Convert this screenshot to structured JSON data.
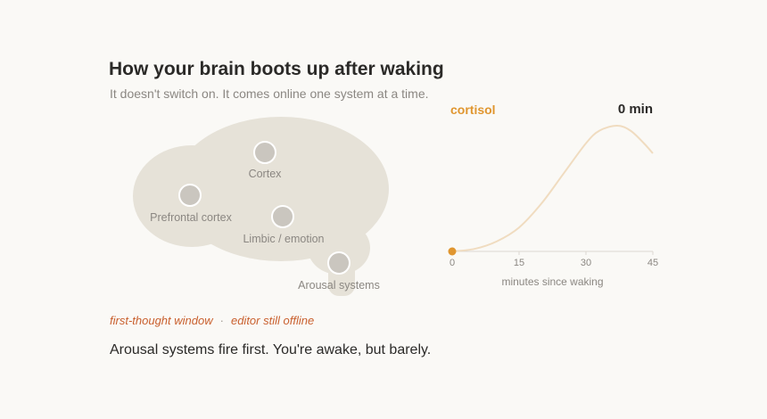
{
  "header": {
    "title": "How your brain boots up after waking",
    "subtitle": "It doesn't switch on. It comes online one system at a time."
  },
  "brain": {
    "regions": [
      {
        "name": "Cortex",
        "label": "Cortex"
      },
      {
        "name": "Prefrontal cortex",
        "label": "Prefrontal cortex"
      },
      {
        "name": "Limbic / emotion",
        "label": "Limbic / emotion"
      },
      {
        "name": "Arousal systems",
        "label": "Arousal systems"
      }
    ]
  },
  "chart_data": {
    "type": "line",
    "metric_label": "cortisol",
    "time_readout": "0 min",
    "xlabel": "minutes since waking",
    "ylabel": "",
    "xlim": [
      0,
      45
    ],
    "x_ticks": [
      "0",
      "15",
      "30",
      "45"
    ],
    "series": [
      {
        "x": [
          0,
          5,
          10,
          15,
          20,
          25,
          30,
          33,
          37,
          40,
          43,
          45
        ],
        "y": [
          0.0,
          0.02,
          0.08,
          0.19,
          0.38,
          0.62,
          0.86,
          0.96,
          1.0,
          0.96,
          0.86,
          0.78
        ]
      }
    ],
    "current_x": 0,
    "grid": false,
    "colors": {
      "line": "#f0dcc0",
      "marker": "#e0962f",
      "axis": "#dcd8d1"
    }
  },
  "status": {
    "phase": "first-thought window",
    "separator": "·",
    "note": "editor still offline"
  },
  "caption": "Arousal systems fire first. You're awake, but barely.",
  "colors": {
    "brain_fill": "#e6e2d8",
    "node_fill": "#cac6bf",
    "accent": "#e0962f",
    "status": "#c9602e"
  }
}
